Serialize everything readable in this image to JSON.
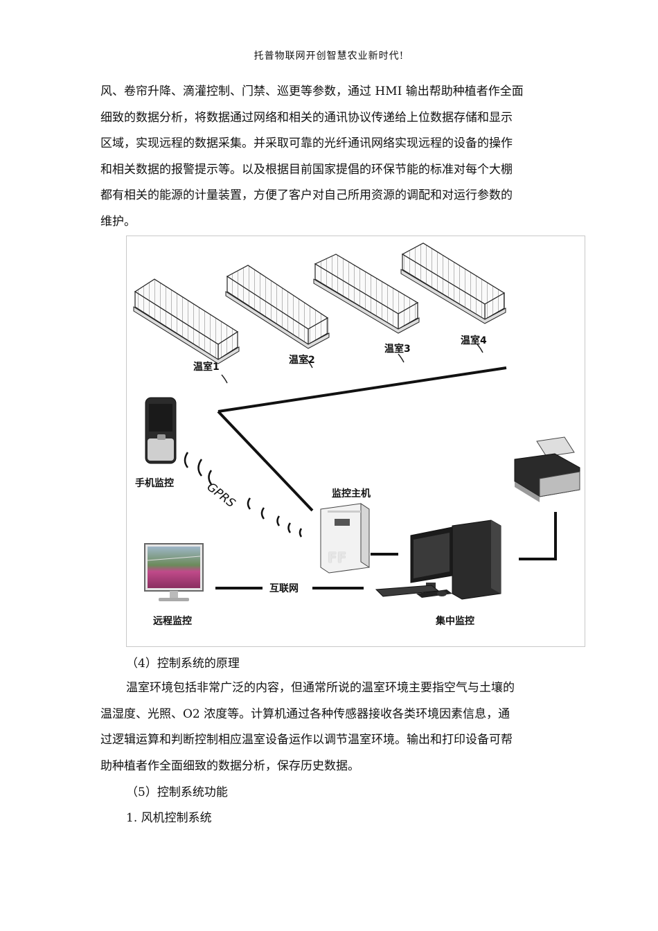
{
  "header": "托普物联网开创智慧农业新时代!",
  "intro_lines": [
    "风、卷帘升降、滴灌控制、门禁、巡更等参数，通过 HMI 输出帮助种植者作全面",
    "细致的数据分析，将数据通过网络和相关的通讯协议传递给上位数据存储和显示",
    "区域，实现远程的数据采集。并采取可靠的光纤通讯网络实现远程的设备的操作",
    "和相关数据的报警提示等。以及根据目前国家提倡的环保节能的标准对每个大棚",
    "都有相关的能源的计量装置，方便了客户对自己所用资源的调配和对运行参数的",
    "维护。"
  ],
  "figure": {
    "greenhouses": [
      "温室1",
      "温室2",
      "温室3",
      "温室4"
    ],
    "phone_label": "手机监控",
    "gprs_label": "GPRS",
    "host_label": "监控主机",
    "host_mark": "FF",
    "remote_label": "远程监控",
    "internet_label": "互联网",
    "central_label": "集中监控"
  },
  "section4_title": "（4）控制系统的原理",
  "section4_lines": [
    "温室环境包括非常广泛的内容，但通常所说的温室环境主要指空气与土壤的",
    "温湿度、光照、O2 浓度等。计算机通过各种传感器接收各类环境因素信息，通",
    "过逻辑运算和判断控制相应温室设备运作以调节温室环境。输出和打印设备可帮",
    "助种植者作全面细致的数据分析，保存历史数据。"
  ],
  "section5_title": "（5）控制系统功能",
  "item1": "1. 风机控制系统"
}
